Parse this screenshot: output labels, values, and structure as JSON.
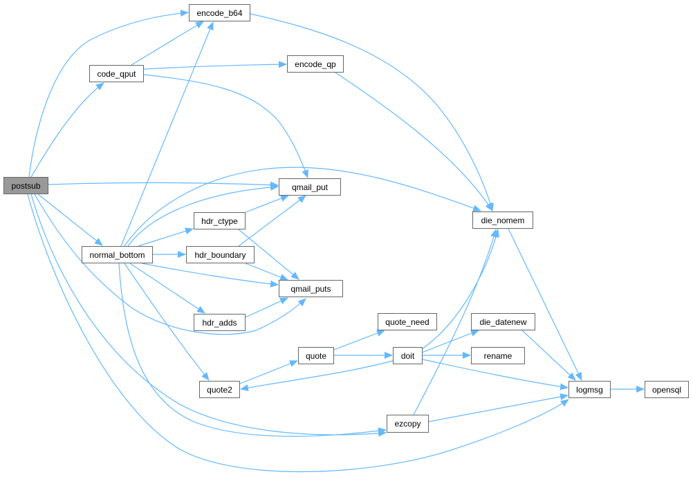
{
  "graph": {
    "edge_color": "#63b8ff",
    "root_fill": "#999999",
    "nodes": [
      {
        "id": "postsub",
        "label": "postsub",
        "root": true
      },
      {
        "id": "encode_b64",
        "label": "encode_b64"
      },
      {
        "id": "code_qput",
        "label": "code_qput"
      },
      {
        "id": "encode_qp",
        "label": "encode_qp"
      },
      {
        "id": "qmail_put",
        "label": "qmail_put"
      },
      {
        "id": "die_nomem",
        "label": "die_nomem"
      },
      {
        "id": "hdr_ctype",
        "label": "hdr_ctype"
      },
      {
        "id": "normal_bottom",
        "label": "normal_bottom"
      },
      {
        "id": "hdr_boundary",
        "label": "hdr_boundary"
      },
      {
        "id": "qmail_puts",
        "label": "qmail_puts"
      },
      {
        "id": "hdr_adds",
        "label": "hdr_adds"
      },
      {
        "id": "quote_need",
        "label": "quote_need"
      },
      {
        "id": "die_datenew",
        "label": "die_datenew"
      },
      {
        "id": "quote",
        "label": "quote"
      },
      {
        "id": "doit",
        "label": "doit"
      },
      {
        "id": "rename",
        "label": "rename"
      },
      {
        "id": "quote2",
        "label": "quote2"
      },
      {
        "id": "logmsg",
        "label": "logmsg"
      },
      {
        "id": "opensql",
        "label": "opensql"
      },
      {
        "id": "ezcopy",
        "label": "ezcopy"
      }
    ],
    "edges": [
      [
        "postsub",
        "encode_b64"
      ],
      [
        "postsub",
        "code_qput"
      ],
      [
        "postsub",
        "qmail_put"
      ],
      [
        "postsub",
        "normal_bottom"
      ],
      [
        "postsub",
        "qmail_puts"
      ],
      [
        "postsub",
        "ezcopy"
      ],
      [
        "postsub",
        "logmsg"
      ],
      [
        "code_qput",
        "encode_b64"
      ],
      [
        "code_qput",
        "encode_qp"
      ],
      [
        "code_qput",
        "qmail_put"
      ],
      [
        "encode_b64",
        "die_nomem"
      ],
      [
        "encode_qp",
        "die_nomem"
      ],
      [
        "normal_bottom",
        "encode_b64"
      ],
      [
        "normal_bottom",
        "qmail_put"
      ],
      [
        "normal_bottom",
        "die_nomem"
      ],
      [
        "normal_bottom",
        "hdr_ctype"
      ],
      [
        "normal_bottom",
        "hdr_boundary"
      ],
      [
        "normal_bottom",
        "qmail_puts"
      ],
      [
        "normal_bottom",
        "hdr_adds"
      ],
      [
        "normal_bottom",
        "quote2"
      ],
      [
        "normal_bottom",
        "ezcopy"
      ],
      [
        "hdr_ctype",
        "qmail_put"
      ],
      [
        "hdr_ctype",
        "qmail_puts"
      ],
      [
        "hdr_boundary",
        "qmail_put"
      ],
      [
        "hdr_boundary",
        "qmail_puts"
      ],
      [
        "hdr_adds",
        "qmail_puts"
      ],
      [
        "quote",
        "quote_need"
      ],
      [
        "quote",
        "doit"
      ],
      [
        "doit",
        "quote2"
      ],
      [
        "quote2",
        "quote"
      ],
      [
        "doit",
        "die_nomem"
      ],
      [
        "doit",
        "die_datenew"
      ],
      [
        "doit",
        "rename"
      ],
      [
        "doit",
        "logmsg"
      ],
      [
        "ezcopy",
        "die_nomem"
      ],
      [
        "ezcopy",
        "logmsg"
      ],
      [
        "die_nomem",
        "logmsg"
      ],
      [
        "die_datenew",
        "logmsg"
      ],
      [
        "logmsg",
        "opensql"
      ]
    ]
  }
}
